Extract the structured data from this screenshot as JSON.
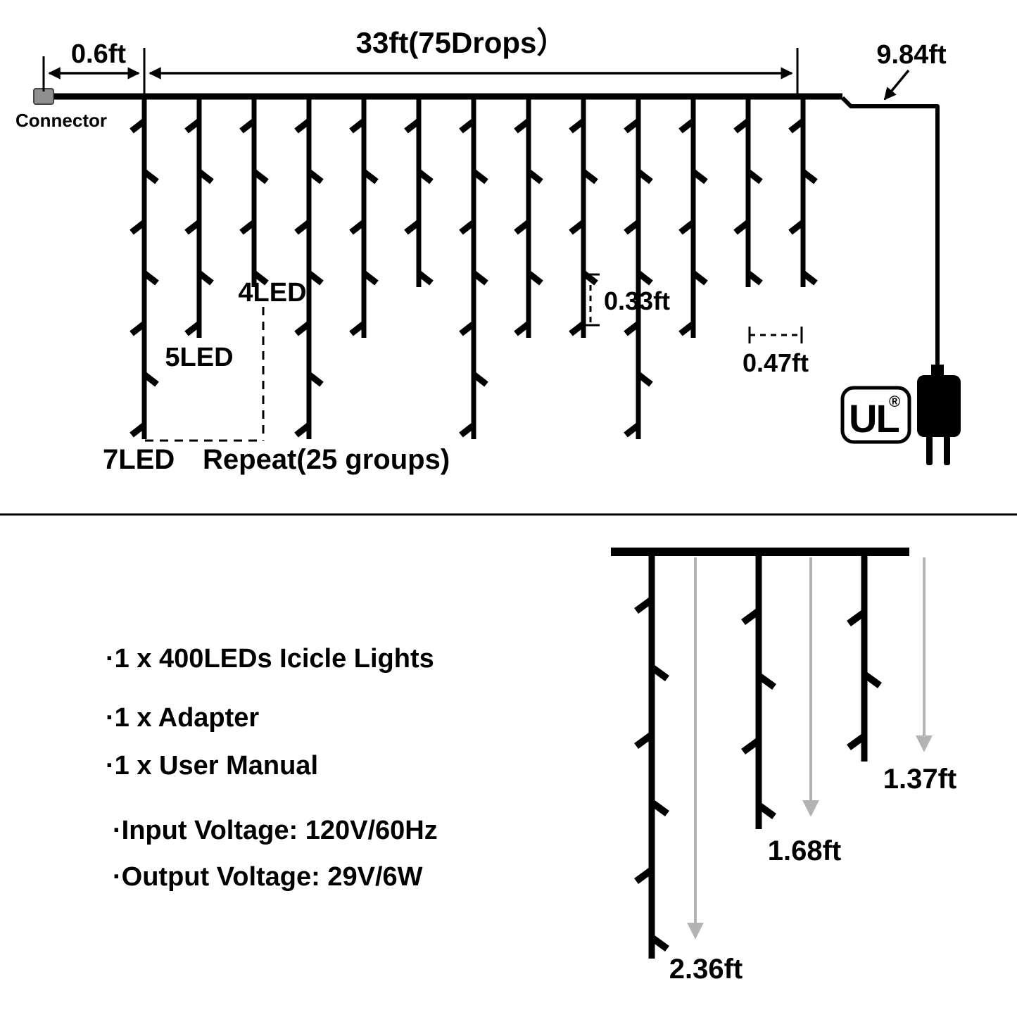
{
  "top": {
    "connector_label": "Connector",
    "lead_length_label": "0.6ft",
    "span_label": "33ft(75Drops）",
    "plug_lead_label": "9.84ft",
    "led4_label": "4LED",
    "led5_label": "5LED",
    "led7_label": "7LED",
    "repeat_label": "Repeat(25 groups)",
    "drop_vertical_spacing_label": "0.33ft",
    "drop_horizontal_spacing_label": "0.47ft",
    "ul_mark": "UL",
    "ul_registered": "®"
  },
  "package_contents": {
    "items": [
      "·1 x 400LEDs Icicle Lights",
      "·1 x Adapter",
      "·1 x User Manual"
    ]
  },
  "specs": {
    "items": [
      "·Input Voltage: 120V/60Hz",
      "·Output Voltage: 29V/6W"
    ]
  },
  "detail_diagram": {
    "drop_length_labels": [
      "2.36ft",
      "1.68ft",
      "1.37ft"
    ]
  },
  "diagram": {
    "top_drop_led_counts": [
      7,
      5,
      4,
      7,
      5,
      4,
      7,
      5,
      5,
      7,
      5,
      4,
      4
    ],
    "detail_drop_led_counts": [
      6,
      4,
      3
    ],
    "colors": {
      "line": "#000000",
      "measure_gray": "#b3b3b3",
      "connector_gray": "#8f8f8f"
    }
  }
}
